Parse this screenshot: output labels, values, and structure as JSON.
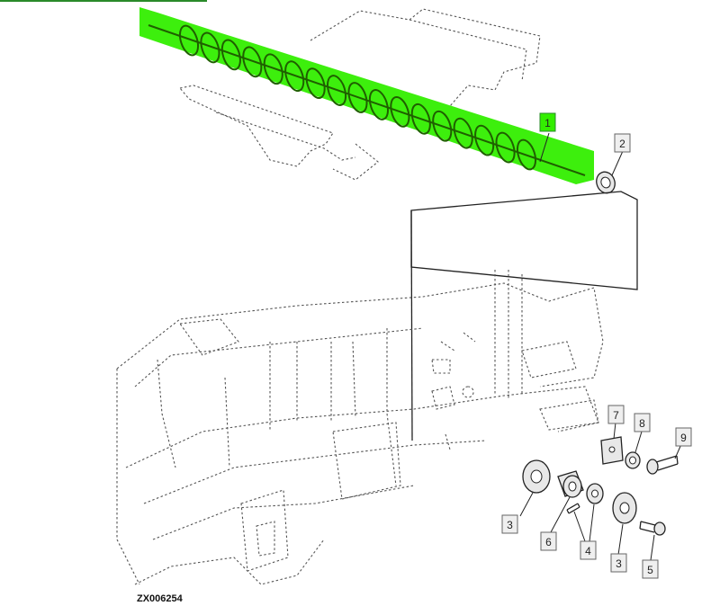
{
  "figure": {
    "id_label": "ZX006254",
    "highlight_color": "#33ee00",
    "line_color": "#222222"
  },
  "callouts": [
    {
      "id": "c1",
      "label": "1"
    },
    {
      "id": "c2",
      "label": "2"
    },
    {
      "id": "c3a",
      "label": "3"
    },
    {
      "id": "c3b",
      "label": "3"
    },
    {
      "id": "c4",
      "label": "4"
    },
    {
      "id": "c5",
      "label": "5"
    },
    {
      "id": "c6",
      "label": "6"
    },
    {
      "id": "c7",
      "label": "7"
    },
    {
      "id": "c8",
      "label": "8"
    },
    {
      "id": "c9",
      "label": "9"
    }
  ]
}
